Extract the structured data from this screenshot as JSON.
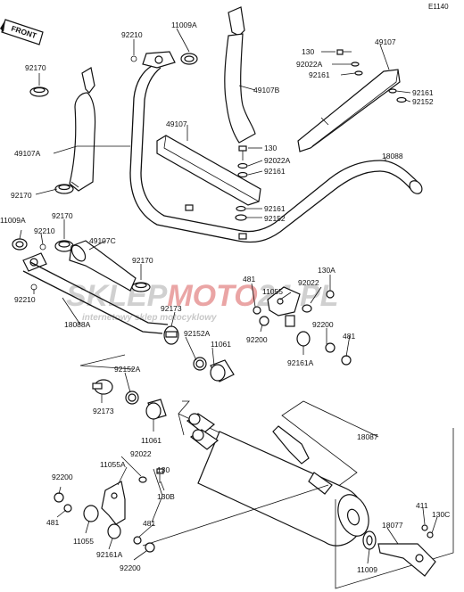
{
  "diagram_code": "E1140",
  "front_label": "FRONT",
  "watermark": {
    "brand_part1": "SKLEP",
    "brand_part2": "MOTO",
    "brand_part3": "24.PL",
    "tagline": "internetowy sklep motocyklowy"
  },
  "colors": {
    "line": "#111111",
    "watermark_gray": "#c9c9c9",
    "watermark_red": "#e9a3a3"
  },
  "part_labels": {
    "p11009A_top": "11009A",
    "p92210_top": "92210",
    "p92170_top": "92170",
    "p49107A": "49107A",
    "p92170_mid": "92170",
    "p11009A_left": "11009A",
    "p92210_left": "92210",
    "p92170_c": "92170",
    "p49107C": "49107C",
    "p92170_d": "92170",
    "p92210_low": "92210",
    "p18088A": "18088A",
    "p49107B": "49107B",
    "p49107_mid": "49107",
    "p130_mid": "130",
    "p92022A_mid": "92022A",
    "p92161_mid1": "92161",
    "p92161_mid2": "92161",
    "p92152_mid": "92152",
    "p130_right": "130",
    "p49107_right": "49107",
    "p92022A_right": "92022A",
    "p92161_right": "92161",
    "p92161_far": "92161",
    "p92152_far": "92152",
    "p18088": "18088",
    "p481_a": "481",
    "p11055": "11055",
    "p92022": "92022",
    "p130A": "130A",
    "p92200_a": "92200",
    "p92200_b": "92200",
    "p481_b": "481",
    "p92161A": "92161A",
    "p92173_a": "92173",
    "p92152A_a": "92152A",
    "p11061_a": "11061",
    "p92152A_b": "92152A",
    "p92173_b": "92173",
    "p11061_b": "11061",
    "p18087": "18087",
    "p92022_low": "92022",
    "p11055A": "11055A",
    "p130_low": "130",
    "p130B": "130B",
    "p92200_c": "92200",
    "p481_c": "481",
    "p11055_low": "11055",
    "p92161A_low": "92161A",
    "p481_d": "481",
    "p92200_d": "92200",
    "p411": "411",
    "p130C": "130C",
    "p18077": "18077",
    "p11009": "11009"
  }
}
